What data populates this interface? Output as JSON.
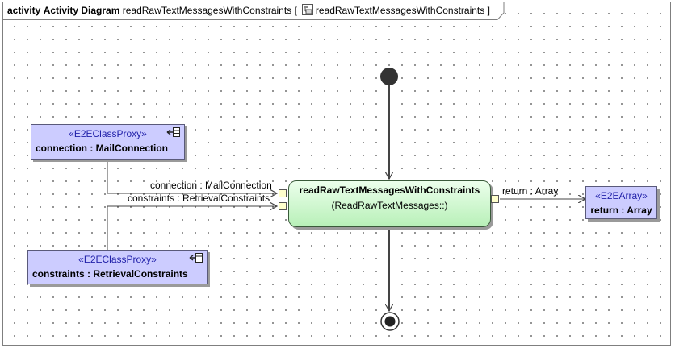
{
  "diagram": {
    "kind": "activity",
    "type_label": "Activity Diagram",
    "name": "readRawTextMessagesWithConstraints",
    "context": "readRawTextMessagesWithConstraints"
  },
  "nodes": {
    "connection_proxy": {
      "stereotype": "«E2EClassProxy»",
      "name": "connection : MailConnection"
    },
    "constraints_proxy": {
      "stereotype": "«E2EClassProxy»",
      "name": "constraints : RetrievalConstraints"
    },
    "action": {
      "name": "readRawTextMessagesWithConstraints",
      "behavior": "(ReadRawTextMessages::)"
    },
    "return_array": {
      "stereotype": "«E2EArray»",
      "name": "return : Array"
    }
  },
  "edges": {
    "connection_label": "connection : MailConnection",
    "constraints_label": "constraints : RetrievalConstraints",
    "return_label": "return : Array"
  },
  "icons": [
    "diagram-icon",
    "class-proxy-icon",
    "initial-node-icon",
    "final-node-icon"
  ],
  "colors": {
    "object_fill": "#ccccff",
    "action_fill": "#c8f5c8",
    "pin_fill": "#ffffcc",
    "edge": "#444444"
  }
}
